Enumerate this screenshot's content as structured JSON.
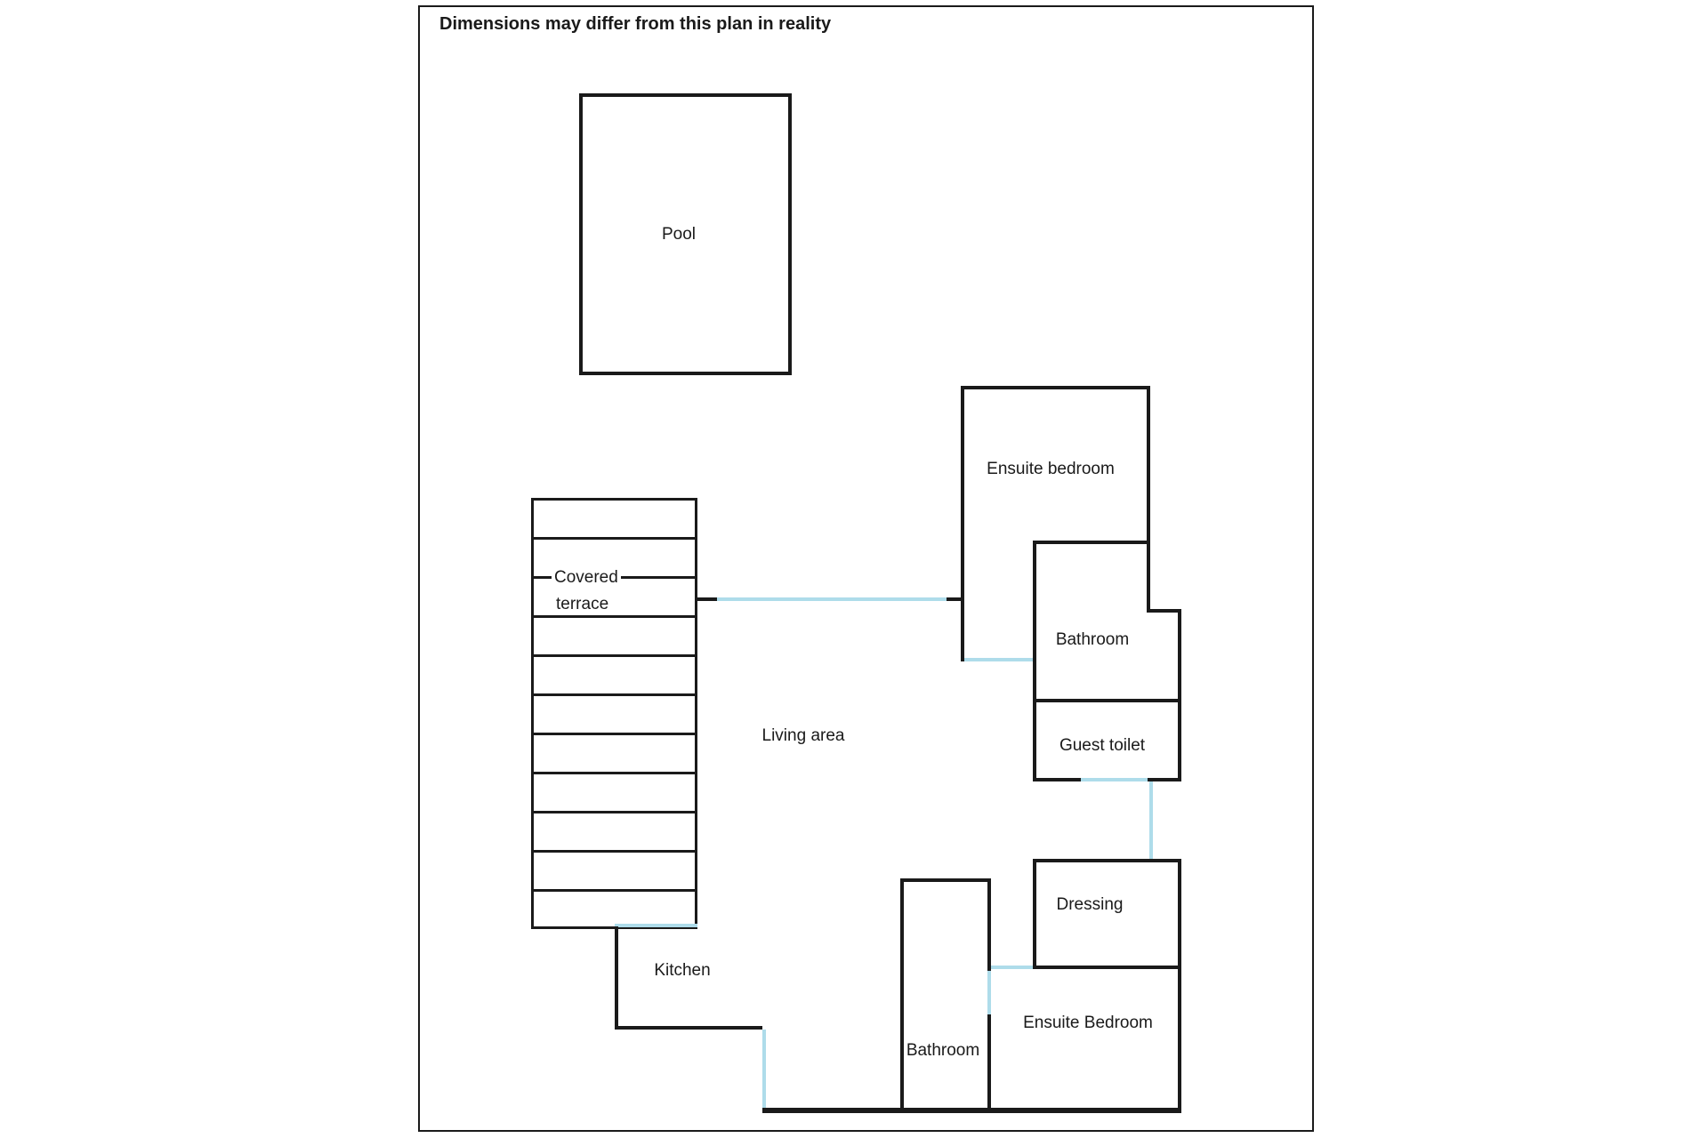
{
  "title": "Dimensions may differ from this plan in reality",
  "colors": {
    "wall": "#1a1a1a",
    "door": "#aedcea",
    "text": "#1a1a1a",
    "background": "#ffffff"
  },
  "rooms": {
    "pool": "Pool",
    "covered_terrace_line1": "Covered",
    "covered_terrace_line2": "terrace",
    "living_area": "Living area",
    "kitchen": "Kitchen",
    "ensuite_bedroom_top": "Ensuite bedroom",
    "bathroom_top": "Bathroom",
    "guest_toilet": "Guest toilet",
    "dressing": "Dressing",
    "ensuite_bedroom_bottom": "Ensuite Bedroom",
    "bathroom_bottom": "Bathroom"
  }
}
